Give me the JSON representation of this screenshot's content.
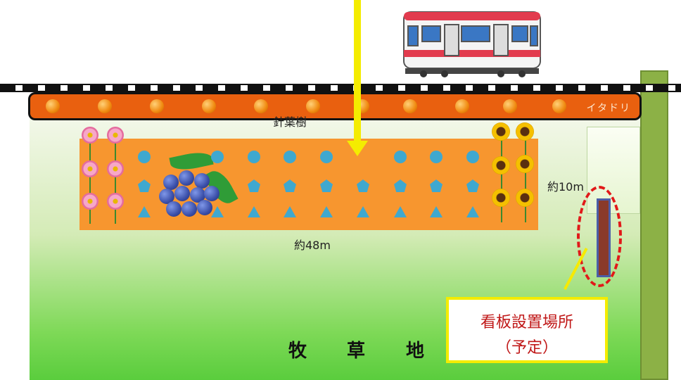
{
  "labels": {
    "strip": "イタドリ",
    "conifer": "針葉樹",
    "width": "約48m",
    "height": "約10m",
    "callout_line1": "看板設置場所",
    "callout_line2": "（予定）",
    "pasture": [
      "牧",
      "草",
      "地"
    ]
  },
  "planting_rows": {
    "columns": 10,
    "row_shapes": [
      "circle",
      "pentagon",
      "triangle"
    ],
    "color": "#3fa8cf"
  },
  "colors": {
    "strip": "#e9600f",
    "bed": "#f7962f",
    "arrow": "#f4ec00",
    "sign_ring": "#e11919",
    "callout_text": "#c01818"
  },
  "icons": [
    "train-icon",
    "blueberry-icon",
    "cosmos-flower-icon",
    "sunflower-icon"
  ]
}
